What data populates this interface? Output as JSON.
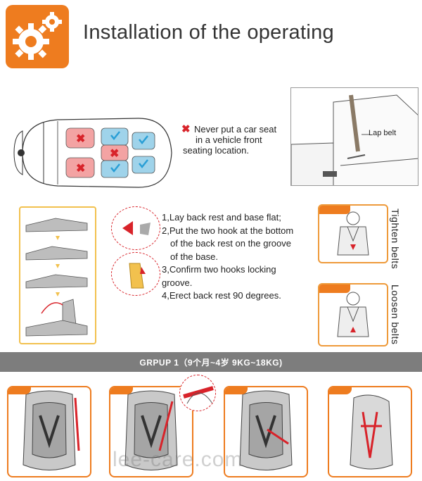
{
  "header": {
    "title": "Installation of the operating",
    "icon": "gear-icon",
    "accent_color": "#ee7c1f"
  },
  "warning": {
    "icon": "red-x-icon",
    "line1": "Never put a car seat",
    "line2": "in a vehicle front",
    "line3": "seating location."
  },
  "lap_belt": {
    "label": "Lap belt"
  },
  "instructions": {
    "lines": [
      "1,Lay back rest and base flat;",
      "2,Put the two hook at the bottom",
      "of the back rest on the groove",
      "of the base.",
      "3,Confirm two hooks locking",
      "groove.",
      "4,Erect back rest 90 degrees."
    ]
  },
  "belt_panels": {
    "tighten_label": "Tighten belts",
    "loosen_label": "Loosen belts"
  },
  "group_bar": {
    "text": "GRPUP 1（9个月~4岁 9KG~18KG)"
  },
  "watermark": {
    "text": "lee-care.com"
  },
  "colors": {
    "orange": "#ee7c1f",
    "red": "#d8232a",
    "yellow": "#f2c14e",
    "gray_bar": "#7d7d7d",
    "seat_blue": "#9fd3ea",
    "seat_red": "#f3a3a3"
  }
}
